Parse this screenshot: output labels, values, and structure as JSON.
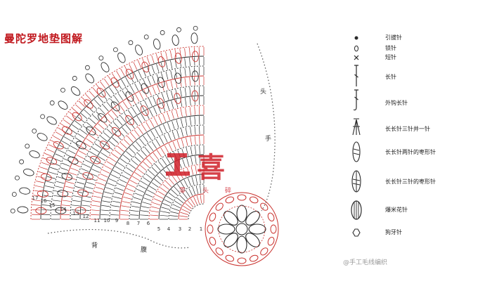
{
  "title": "曼陀罗地垫图解",
  "colors": {
    "red": "#c9302c",
    "dark": "#2a2a2a",
    "brand": "#d0202a",
    "grey": "#8a8a8a"
  },
  "row_numbers": [
    "1",
    "2",
    "3",
    "4",
    "5",
    "6",
    "7",
    "8",
    "9",
    "10",
    "11",
    "12",
    "13",
    "14",
    "15",
    "16",
    "17"
  ],
  "side_labels": {
    "head": "头",
    "hand": "手",
    "back": "背",
    "belly": "腹"
  },
  "brand_mark": {
    "glyph1": "工",
    "glyph2": "喜",
    "small1": "零",
    "small2": "头",
    "small3": "碎"
  },
  "legend": [
    {
      "symbol": "slip-stitch",
      "label": "引拔针"
    },
    {
      "symbol": "chain",
      "label": "锁针"
    },
    {
      "symbol": "single-crochet",
      "label": "短针"
    },
    {
      "symbol": "double-crochet",
      "label": "长针"
    },
    {
      "symbol": "back-post-dc",
      "label": "外钩长针"
    },
    {
      "symbol": "dtr-3tog",
      "label": "长长针三针并一针"
    },
    {
      "symbol": "dtr-2-puff",
      "label": "长长针两针的枣形针"
    },
    {
      "symbol": "dtr-3-puff",
      "label": "长长针三针的枣形针"
    },
    {
      "symbol": "popcorn",
      "label": "爆米花针"
    },
    {
      "symbol": "picot",
      "label": "狗牙针"
    }
  ],
  "watermark": "@手工毛线编织"
}
